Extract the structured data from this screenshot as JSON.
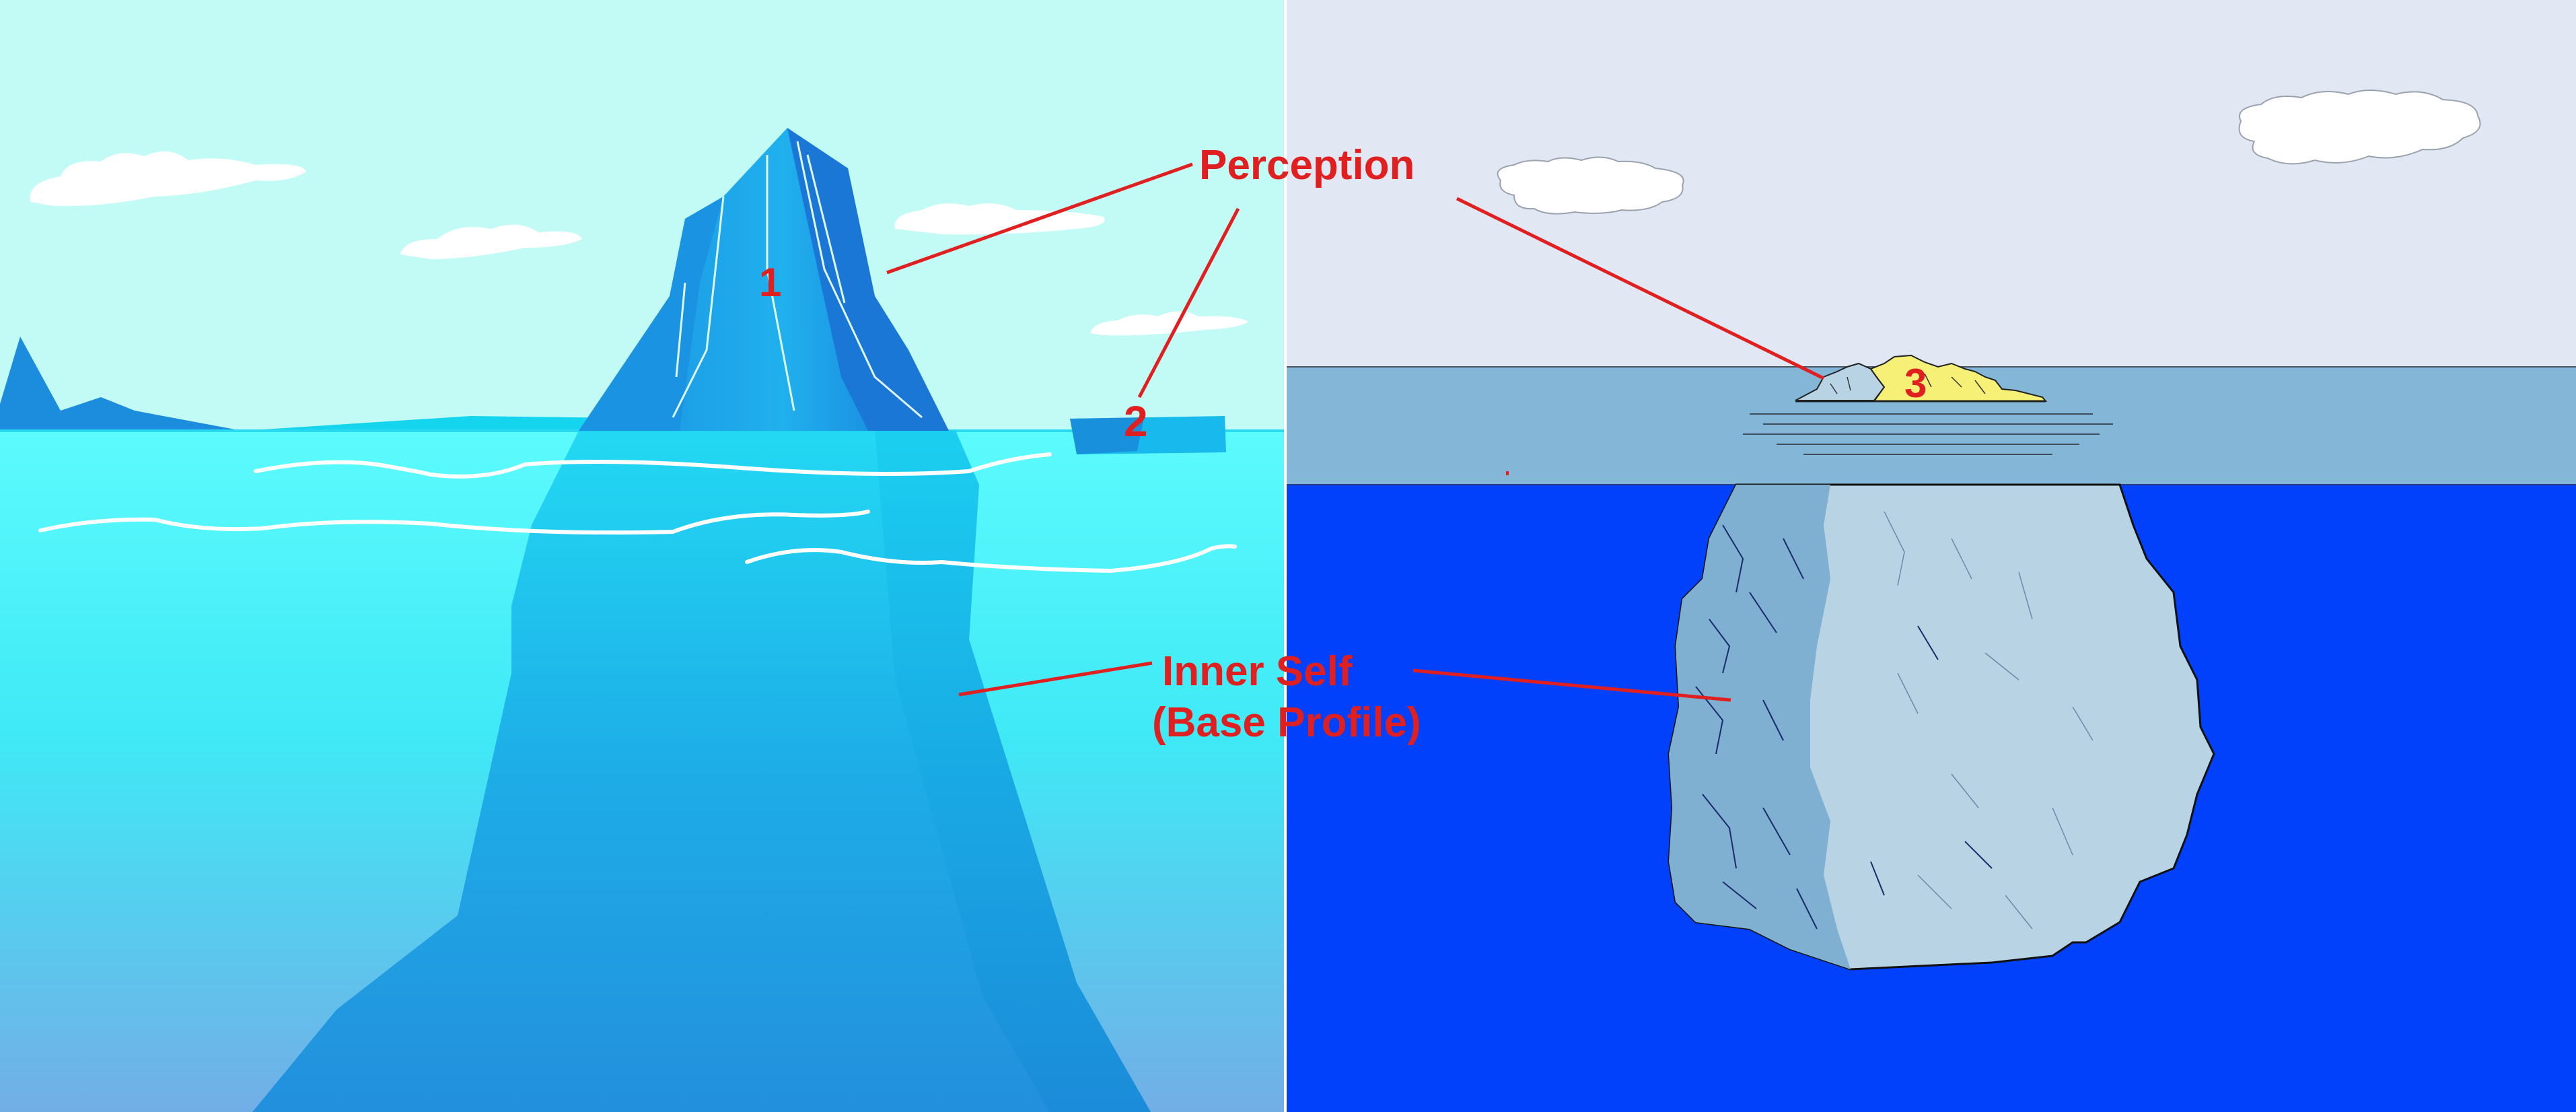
{
  "labels": {
    "perception": "Perception",
    "inner_self_line1": "Inner Self",
    "inner_self_line2": "(Base Profile)",
    "marker_1": "1",
    "marker_2": "2",
    "marker_3": "3"
  },
  "colors": {
    "annotation": "#e02020",
    "left_sky": "#c2fbf5",
    "left_water_top": "#55f6fb",
    "left_water_bottom": "#72aee6",
    "right_sky": "#e1e7f3",
    "right_surface_water": "#84b6d8",
    "right_deep_water": "#0241fb",
    "right_iceberg_light": "#b8d4e4",
    "right_iceberg_shadow": "#7fb0d2",
    "right_iceberg_tip_yellow": "#f7f077"
  },
  "icons": [
    "cloud-icon",
    "iceberg-icon"
  ]
}
